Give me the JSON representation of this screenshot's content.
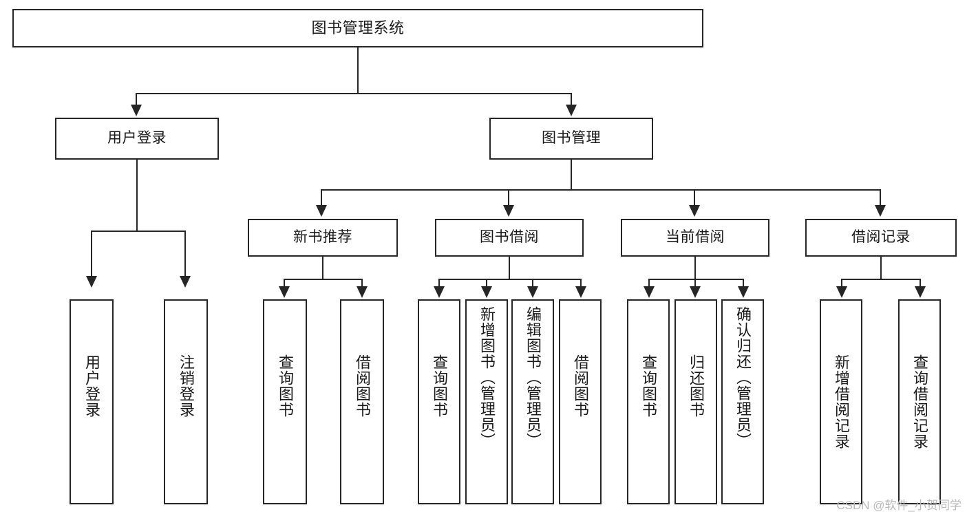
{
  "diagram": {
    "title": "图书管理系统",
    "watermark": "CSDN @软件_小贺同学",
    "colors": {
      "stroke": "#262626",
      "fill": "#ffffff",
      "text": "#1a1a1a",
      "watermark": "#b9b9b9"
    }
  },
  "nodes": {
    "root": {
      "label": "图书管理系统"
    },
    "level2": [
      {
        "label": "用户登录"
      },
      {
        "label": "图书管理"
      }
    ],
    "level3": [
      {
        "label": "新书推荐"
      },
      {
        "label": "图书借阅"
      },
      {
        "label": "当前借阅"
      },
      {
        "label": "借阅记录"
      }
    ],
    "leaves": {
      "user_login": [
        {
          "label": "用户登录"
        },
        {
          "label": "注销登录"
        }
      ],
      "new_book": [
        {
          "label": "查询图书"
        },
        {
          "label": "借阅图书"
        }
      ],
      "book_borrow": [
        {
          "label": "查询图书"
        },
        {
          "label": "新增图书（管理员）"
        },
        {
          "label": "编辑图书（管理员）"
        },
        {
          "label": "借阅图书"
        }
      ],
      "current_borrow": [
        {
          "label": "查询图书"
        },
        {
          "label": "归还图书"
        },
        {
          "label": "确认归还（管理员）"
        }
      ],
      "borrow_record": [
        {
          "label": "新增借阅记录"
        },
        {
          "label": "查询借阅记录"
        }
      ]
    }
  }
}
